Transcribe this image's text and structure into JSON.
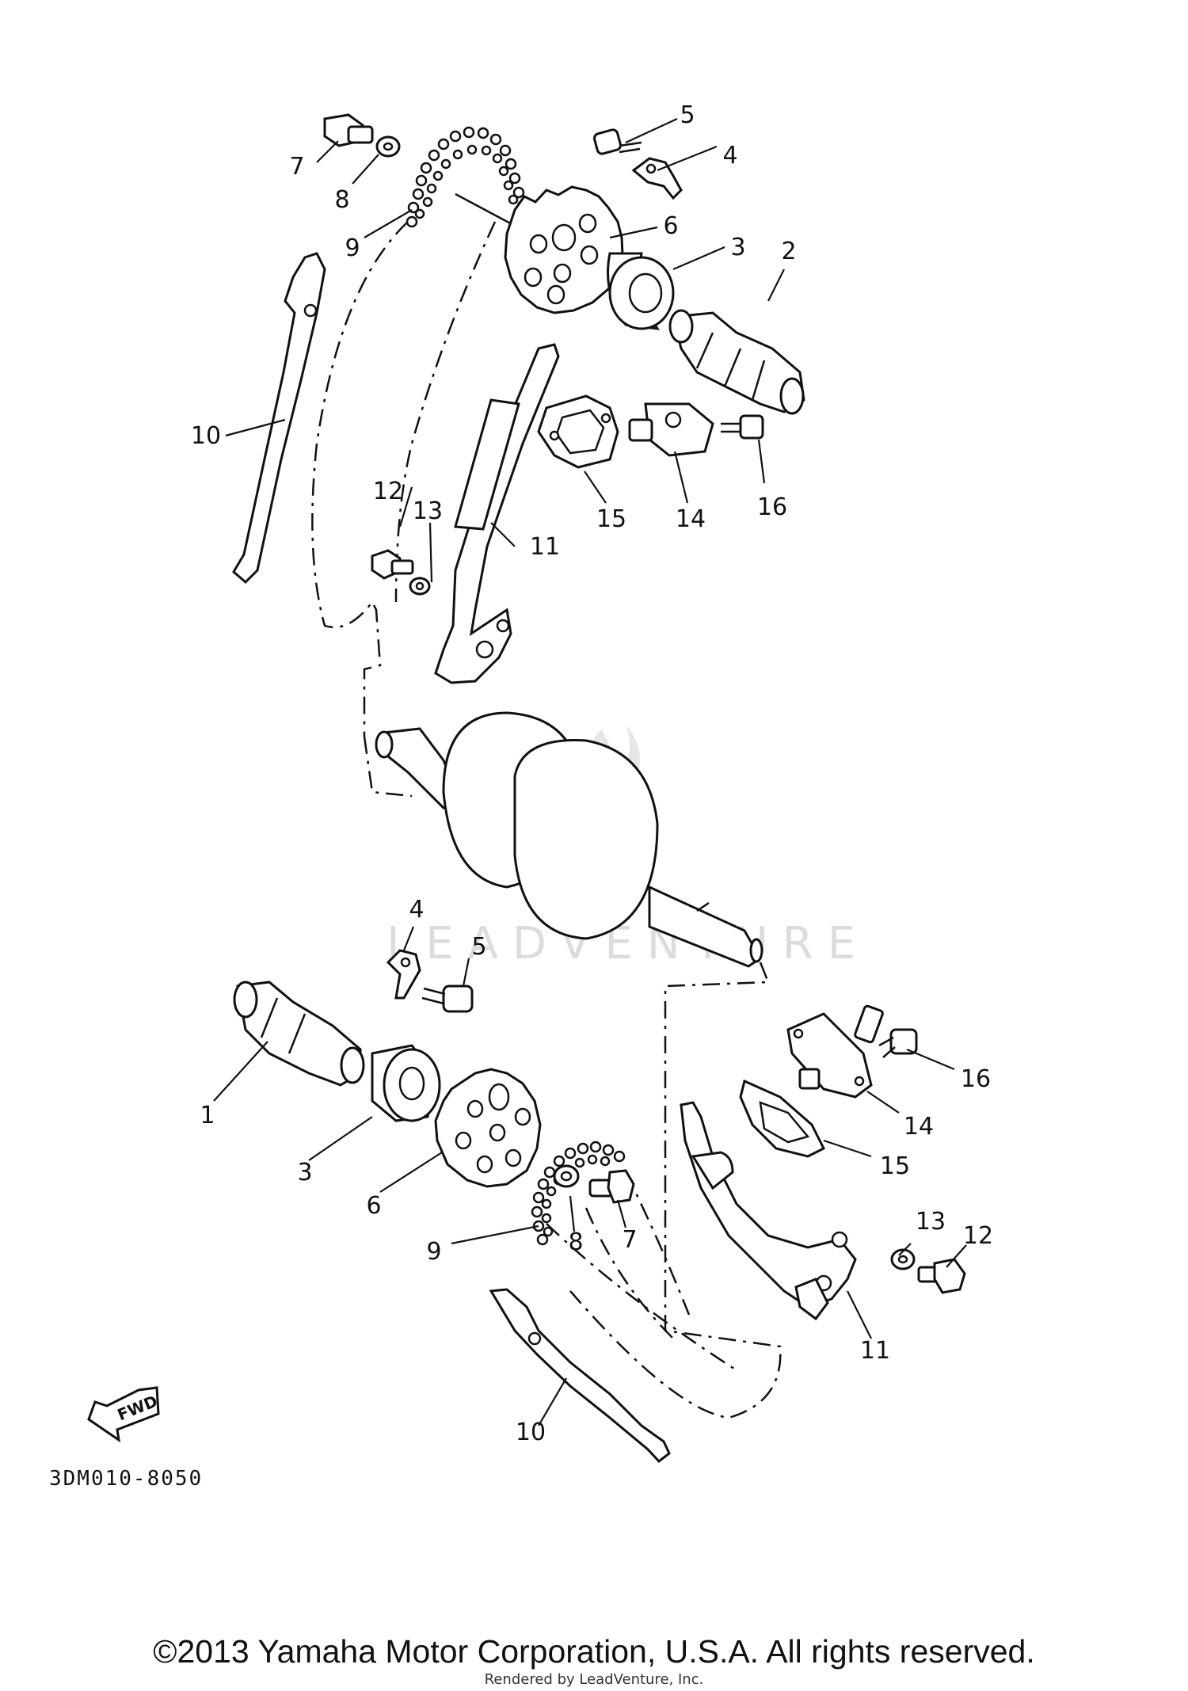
{
  "diagram": {
    "part_code": "3DM010-8050",
    "fwd_label": "FWD",
    "watermark_text": "LEADVENTURE",
    "watermark_color": "#dcdcdc",
    "line_color": "#111111",
    "callouts": {
      "upper": [
        "7",
        "5",
        "4",
        "8",
        "9",
        "6",
        "3",
        "2",
        "10",
        "15",
        "14",
        "16",
        "12",
        "13",
        "11"
      ],
      "lower": [
        "4",
        "5",
        "16",
        "1",
        "14",
        "3",
        "15",
        "6",
        "9",
        "8",
        "7",
        "13",
        "12",
        "11",
        "10"
      ]
    }
  },
  "footer": {
    "copyright": "©2013 Yamaha Motor Corporation, U.S.A. All rights reserved.",
    "rendered_by": "Rendered by LeadVenture, Inc."
  }
}
